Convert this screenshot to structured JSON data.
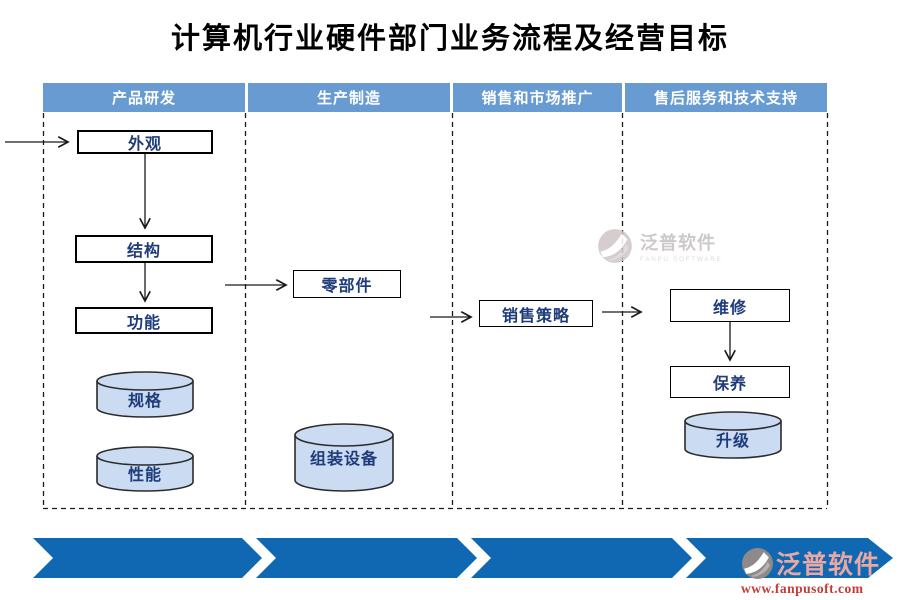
{
  "title": "计算机行业硬件部门业务流程及经营目标",
  "lanes": [
    {
      "label": "产品研发"
    },
    {
      "label": "生产制造"
    },
    {
      "label": "销售和市场推广"
    },
    {
      "label": "售后服务和技术支持"
    }
  ],
  "nodes": {
    "appearance": {
      "label": "外观",
      "type": "process",
      "lane": "产品研发"
    },
    "structure": {
      "label": "结构",
      "type": "process",
      "lane": "产品研发"
    },
    "function": {
      "label": "功能",
      "type": "process",
      "lane": "产品研发"
    },
    "spec": {
      "label": "规格",
      "type": "datastore",
      "lane": "产品研发"
    },
    "performance": {
      "label": "性能",
      "type": "datastore",
      "lane": "产品研发"
    },
    "parts": {
      "label": "零部件",
      "type": "process",
      "lane": "生产制造"
    },
    "assembly_equipment": {
      "label": "组装设备",
      "type": "datastore",
      "lane": "生产制造"
    },
    "sales_strategy": {
      "label": "销售策略",
      "type": "process",
      "lane": "销售和市场推广"
    },
    "repair": {
      "label": "维修",
      "type": "process",
      "lane": "售后服务和技术支持"
    },
    "maintenance": {
      "label": "保养",
      "type": "process",
      "lane": "售后服务和技术支持"
    },
    "upgrade": {
      "label": "升级",
      "type": "datastore",
      "lane": "售后服务和技术支持"
    }
  },
  "edges": [
    {
      "from": "start",
      "to": "外观"
    },
    {
      "from": "外观",
      "to": "结构"
    },
    {
      "from": "结构",
      "to": "功能"
    },
    {
      "from": "产品研发",
      "to": "零部件"
    },
    {
      "from": "零部件",
      "to": "销售策略"
    },
    {
      "from": "销售策略",
      "to": "维修"
    },
    {
      "from": "维修",
      "to": "保养"
    }
  ],
  "watermark_center": {
    "name": "泛普软件",
    "subtitle": "FANPU SOFTWARE"
  },
  "watermark_corner": {
    "name": "泛普软件",
    "url": "www.fanpusoft.com"
  },
  "colors": {
    "lane_header": "#679BD2",
    "chevron_band": "#1068B3",
    "cylinder_fill": "#CBDBF2",
    "node_text": "#1E3B7A"
  }
}
